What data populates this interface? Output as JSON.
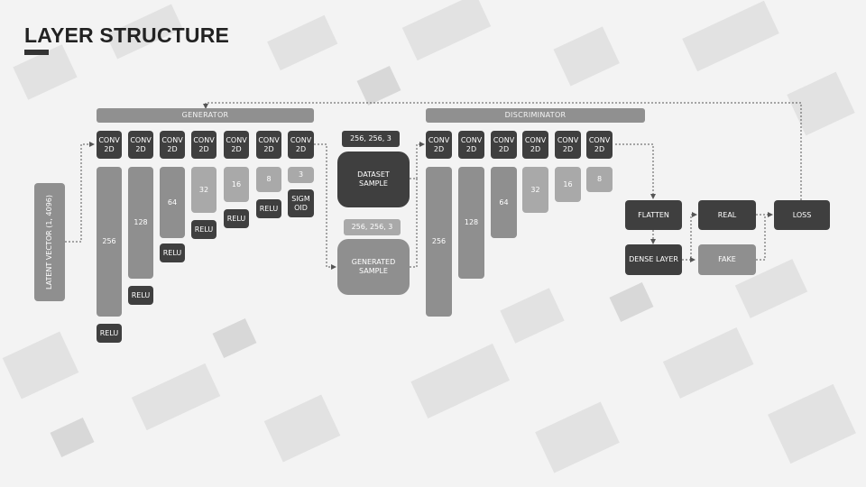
{
  "title": "LAYER STRUCTURE",
  "latent_vector": "LATENT VECTOR (1, 4096)",
  "generator": {
    "header": "GENERATOR",
    "convs": [
      "CONV\n2D",
      "CONV\n2D",
      "CONV\n2D",
      "CONV\n2D",
      "CONV\n2D",
      "CONV\n2D",
      "CONV\n2D"
    ],
    "sizes": [
      "256",
      "128",
      "64",
      "32",
      "16",
      "8",
      "3"
    ],
    "activations": [
      "RELU",
      "RELU",
      "RELU",
      "RELU",
      "RELU",
      "RELU",
      "SIGM\nOID"
    ]
  },
  "dataset": {
    "shape": "256, 256, 3",
    "label": "DATASET\nSAMPLE"
  },
  "generated": {
    "shape": "256, 256, 3",
    "label": "GENERATED\nSAMPLE"
  },
  "discriminator": {
    "header": "DISCRIMINATOR",
    "convs": [
      "CONV\n2D",
      "CONV\n2D",
      "CONV\n2D",
      "CONV\n2D",
      "CONV\n2D",
      "CONV\n2D"
    ],
    "sizes": [
      "256",
      "128",
      "64",
      "32",
      "16",
      "8"
    ]
  },
  "flatten": "FLATTEN",
  "dense": "DENSE LAYER",
  "real": "REAL",
  "fake": "FAKE",
  "loss": "LOSS"
}
